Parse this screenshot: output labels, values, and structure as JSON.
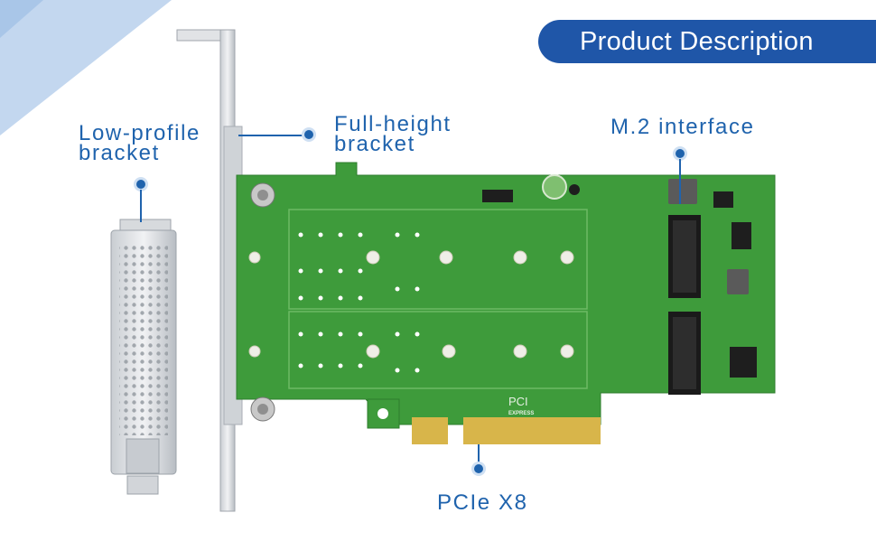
{
  "header": {
    "title": "Product Description"
  },
  "callouts": {
    "low_profile": "Low-profile bracket",
    "full_height": "Full-height bracket",
    "m2_interface": "M.2 interface",
    "pcie": "PCIe X8"
  },
  "board": {
    "logo_main": "PCI",
    "logo_sub": "EXPRESS"
  },
  "colors": {
    "accent": "#1f56a8",
    "label": "#1f63ad",
    "pcb": "#3e9b3b",
    "gold": "#d8b54a"
  }
}
